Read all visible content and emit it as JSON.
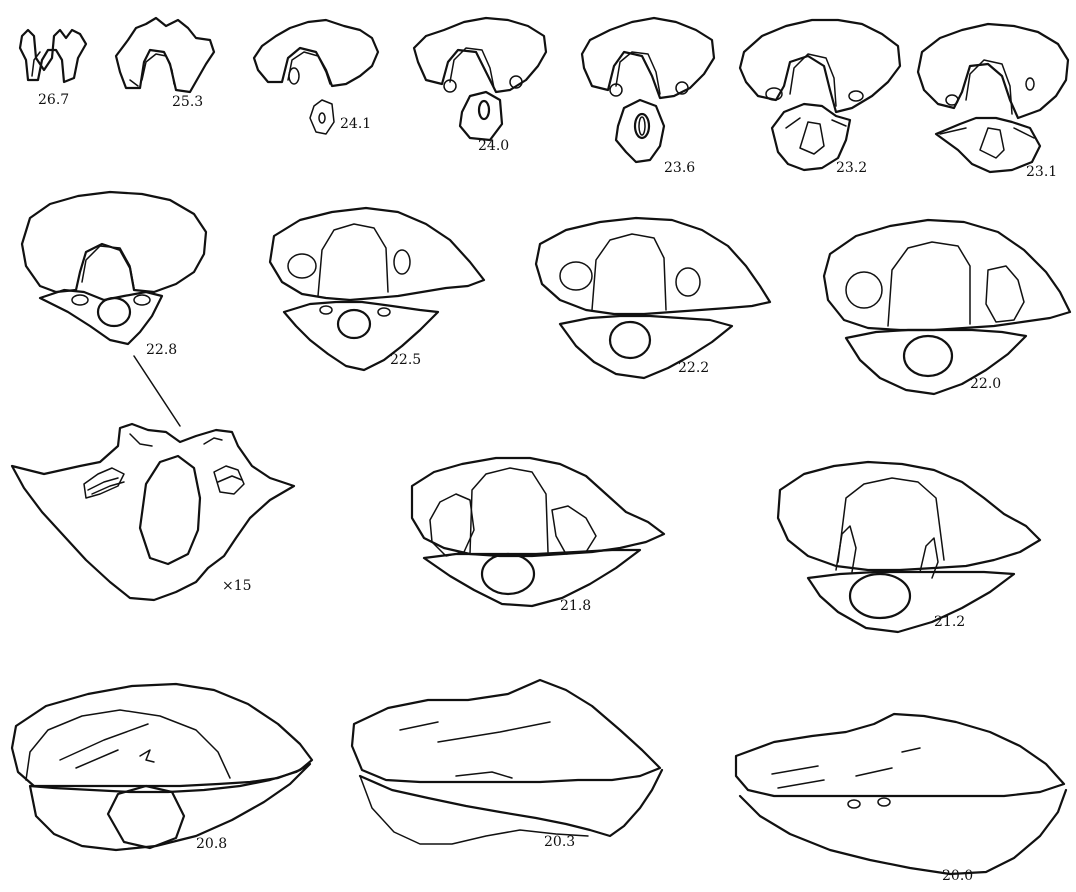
{
  "figure": {
    "sections": [
      {
        "id": "s267",
        "label": "26.7"
      },
      {
        "id": "s253",
        "label": "25.3"
      },
      {
        "id": "s241",
        "label": "24.1"
      },
      {
        "id": "s240",
        "label": "24.0"
      },
      {
        "id": "s236",
        "label": "23.6"
      },
      {
        "id": "s232",
        "label": "23.2"
      },
      {
        "id": "s231",
        "label": "23.1"
      },
      {
        "id": "s228",
        "label": "22.8"
      },
      {
        "id": "s225",
        "label": "22.5"
      },
      {
        "id": "s222",
        "label": "22.2"
      },
      {
        "id": "s220",
        "label": "22.0"
      },
      {
        "id": "s218",
        "label": "21.8"
      },
      {
        "id": "s212",
        "label": "21.2"
      },
      {
        "id": "s208",
        "label": "20.8"
      },
      {
        "id": "s203",
        "label": "20.3"
      },
      {
        "id": "s200",
        "label": "20.0"
      }
    ],
    "enlarged": {
      "label": "×15"
    }
  }
}
